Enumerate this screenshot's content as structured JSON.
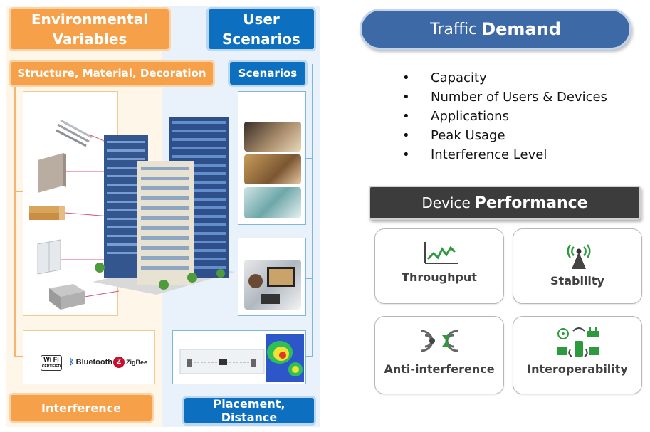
{
  "left": {
    "env_variables": "Environmental Variables",
    "user_scenarios": "User Scenarios",
    "structure": "Structure, Material, Decoration",
    "scenarios": "Scenarios",
    "interference": "Interference",
    "placement": "Placement, Distance",
    "wireless_logos": [
      "Wi Fi",
      "CERTIFIED",
      "Bluetooth",
      "ZigBee"
    ]
  },
  "traffic": {
    "title_part1": "Traffic",
    "title_part2": "Demand",
    "bullets": [
      "Capacity",
      "Number of Users & Devices",
      "Applications",
      "Peak Usage",
      "Interference Level"
    ]
  },
  "device": {
    "title_part1": "Device",
    "title_part2": "Performance",
    "cards": [
      {
        "label": "Throughput",
        "icon": "chart-line-icon"
      },
      {
        "label": "Stability",
        "icon": "signal-tower-icon"
      },
      {
        "label": "Anti-interference",
        "icon": "anti-interference-icon"
      },
      {
        "label": "Interoperability",
        "icon": "devices-icon"
      }
    ]
  },
  "colors": {
    "orange": "#f7a04a",
    "blue": "#0d6fbf",
    "traffic_pill": "#3d6aa6",
    "device_bar": "#3c3c3c"
  }
}
